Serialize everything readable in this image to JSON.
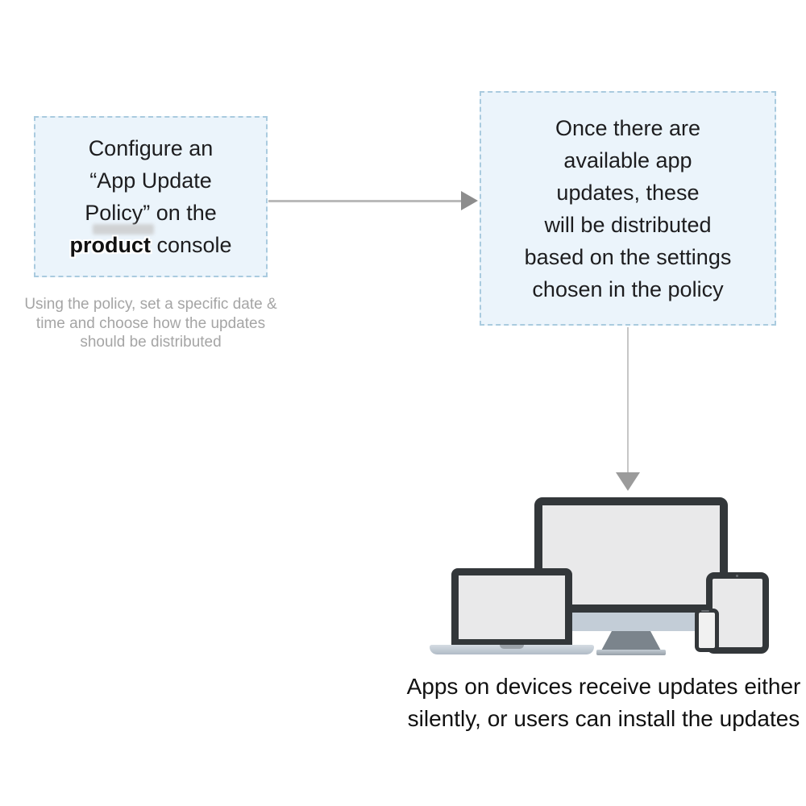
{
  "diagram": {
    "step1_box": {
      "lines": [
        "Configure an",
        "“App Update",
        "Policy” on the"
      ],
      "highlight_word": "product",
      "last_line_rest": "console"
    },
    "step1_note": {
      "lines": [
        "Using the policy, set a specific",
        "date & time and choose how the",
        "updates should be distributed"
      ]
    },
    "step2_box": {
      "lines": [
        "Once there are",
        "available app",
        "updates, these",
        "will be distributed",
        "based on the settings",
        "chosen in the policy"
      ]
    },
    "caption": {
      "lines": [
        "Apps on devices receive",
        "updates either silently, or",
        "users can install the updates"
      ]
    },
    "icons": {
      "devices": [
        "monitor-icon",
        "laptop-icon",
        "tablet-icon",
        "smartphone-icon"
      ],
      "arrows": [
        "arrow-right-icon",
        "arrow-down-icon"
      ]
    },
    "colors": {
      "box_background": "#ebf4fb",
      "box_border": "#aacbdf",
      "body_text": "#1d1d1f",
      "muted_text": "#a5a5a5",
      "arrow_line": "#bababa",
      "arrow_head": "#8d8d8d",
      "device_frame": "#33373a",
      "device_screen": "#e9e9ea",
      "laptop_base": "#c5cfd9",
      "monitor_neck": "#c3cdd7",
      "monitor_stand": "#7b848c"
    }
  }
}
